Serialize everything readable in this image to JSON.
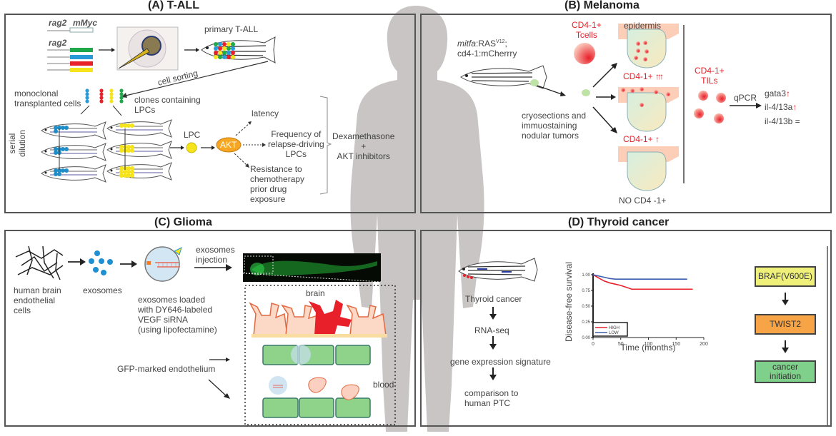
{
  "panels": {
    "a": {
      "title": "(A) T-ALL",
      "construct_top": {
        "promoter": "rag2",
        "gene": "mMyc"
      },
      "construct_promoter": "rag2",
      "construct_colors": [
        "#1fa84a",
        "#2a9ad8",
        "#e8202a",
        "#f5e31c"
      ],
      "primary_label": "primary T-ALL",
      "cell_sorting": "cell sorting",
      "monoclonal": [
        "monoclonal",
        "transplanted cells"
      ],
      "clones": [
        "clones containing",
        "LPCs"
      ],
      "serial_dilution": [
        "serial",
        "dilution"
      ],
      "lpc": "LPC",
      "akt": "AKT",
      "outcomes": {
        "latency": "latency",
        "frequency": [
          "Frequency of",
          "relapse-driving",
          "LPCs"
        ],
        "resistance": [
          "Resistance to",
          "chemotherapy",
          "prior drug",
          "exposure"
        ]
      },
      "treatment": [
        "Dexamethasone",
        "+",
        "AKT inhibitors"
      ]
    },
    "b": {
      "title": "(B) Melanoma",
      "transgene_italic": "mitfa",
      "transgene_rest": ":RAS",
      "transgene_sup": "V12",
      "transgene_end": ";",
      "reporter": "cd4-1:mCherrry",
      "tcells": [
        "CD4-1+",
        "Tcells"
      ],
      "epidermis": "epidermis",
      "method": [
        "cryosections and",
        "immuostaining",
        "nodular tumors"
      ],
      "levels": [
        {
          "label": "CD4-1+",
          "arrows": 3
        },
        {
          "label": "CD4-1+",
          "arrows": 1
        },
        {
          "label": "NO CD4 -1+",
          "arrows": 0
        }
      ],
      "tils": [
        "CD4-1+",
        "TILs"
      ],
      "qpcr": "qPCR",
      "genes": [
        {
          "name": "gata3",
          "change": "up"
        },
        {
          "name": "il-4/13a",
          "change": "up"
        },
        {
          "name": "il-4/13b =",
          "change": "none"
        }
      ]
    },
    "c": {
      "title": "(C) Glioma",
      "source": [
        "human brain",
        "endothelial",
        "cells"
      ],
      "exosomes": "exosomes",
      "loaded": [
        "exosomes loaded",
        "with DY646-labeled",
        "VEGF siRNA",
        "(using lipofectamine)"
      ],
      "injection": [
        "exosomes",
        "injection"
      ],
      "brain": "brain",
      "endothelium": "GFP-marked endothelium",
      "blood": "blood"
    },
    "d": {
      "title": "(D) Thyroid cancer",
      "pipeline": [
        "Thyroid cancer",
        "RNA-seq",
        "gene expression signature",
        "comparison to"
      ],
      "pipeline_last2": "human PTC",
      "cascade": [
        {
          "label": "BRAF(V600E)",
          "color": "#eef07a"
        },
        {
          "label": "TWIST2",
          "color": "#f7a447"
        },
        {
          "label": "cancer initiation",
          "color": "#7fd08a"
        }
      ]
    }
  },
  "chart_data": {
    "type": "line",
    "title": "",
    "xlabel": "Time (months)",
    "ylabel": "Disease-free survival",
    "xlim": [
      0,
      200
    ],
    "ylim": [
      0,
      1.0
    ],
    "xticks": [
      "0",
      "50",
      "100",
      "150",
      "200"
    ],
    "yticks": [
      "0.00",
      "0.25",
      "0.50",
      "0.75",
      "1.00"
    ],
    "legend_position": "bottom-left",
    "series": [
      {
        "name": "HIGH",
        "color": "#e8202a",
        "x": [
          0,
          10,
          20,
          30,
          40,
          50,
          60,
          70,
          80,
          120,
          180
        ],
        "y": [
          1.0,
          0.95,
          0.9,
          0.87,
          0.85,
          0.83,
          0.8,
          0.77,
          0.77,
          0.77,
          0.77
        ]
      },
      {
        "name": "LOW",
        "color": "#3b5eb0",
        "x": [
          0,
          10,
          20,
          30,
          40,
          50,
          100,
          170
        ],
        "y": [
          1.0,
          0.98,
          0.96,
          0.94,
          0.93,
          0.93,
          0.93,
          0.93
        ]
      }
    ]
  }
}
